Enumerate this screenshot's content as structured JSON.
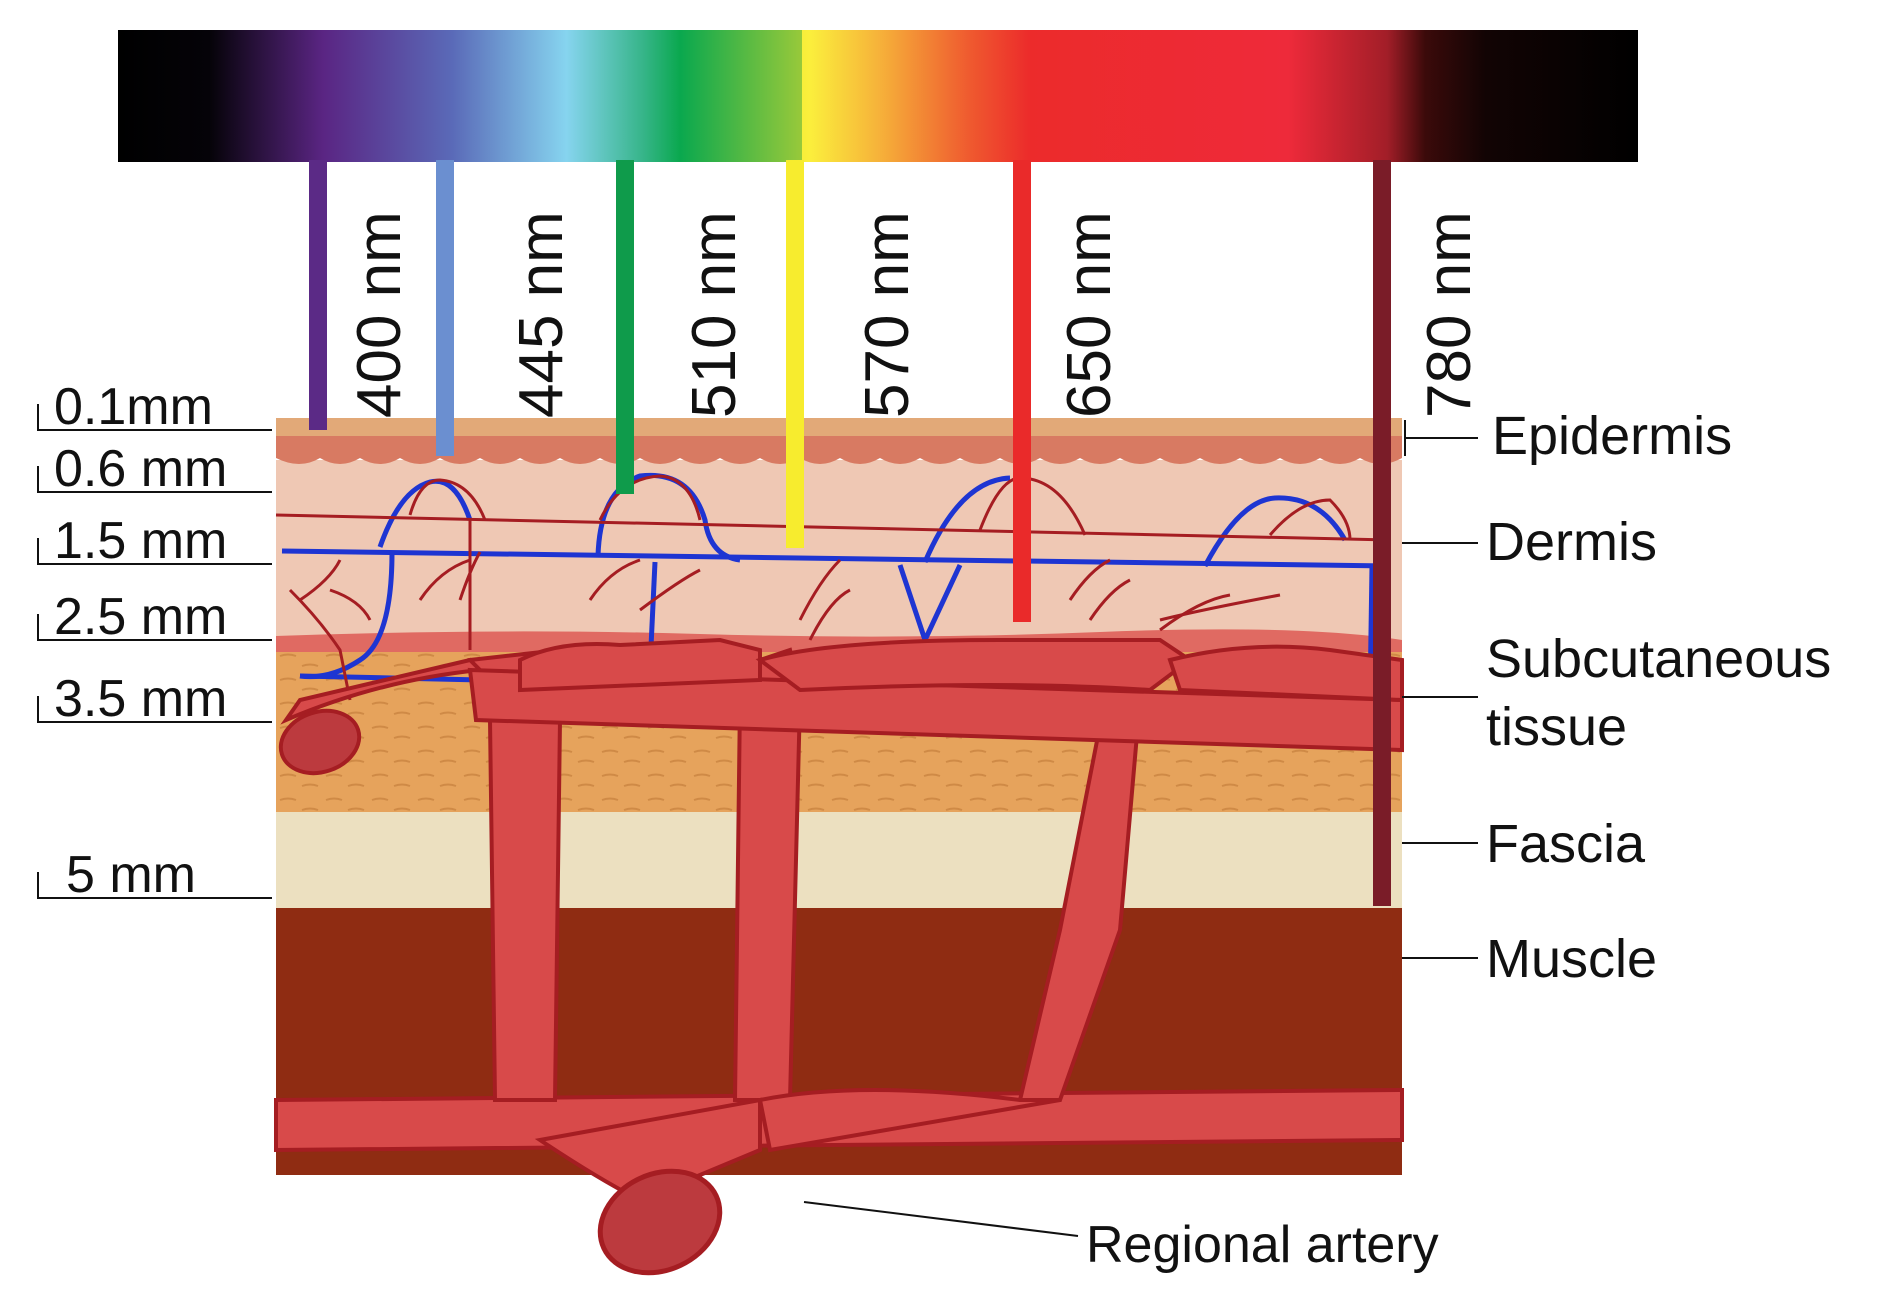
{
  "colors": {
    "epidermis": "#e2a978",
    "epidermis_lower": "#d87a62",
    "dermis": "#efc8b4",
    "dermis_bottom": "#e06a62",
    "subcutaneous": "#e6a35c",
    "fascia": "#ece0c0",
    "muscle": "#8f2c12",
    "artery": "#d84a4a",
    "artery_outline": "#a51d22",
    "vein": "#1e35d2"
  },
  "spectrum": {
    "wavelengths": [
      {
        "label": "400 nm",
        "color": "#5b2a86"
      },
      {
        "label": "445 nm",
        "color": "#6b8fd0"
      },
      {
        "label": "510 nm",
        "color": "#0f9b4b"
      },
      {
        "label": "570 nm",
        "color": "#f7ec2e"
      },
      {
        "label": "650 nm",
        "color": "#ea2a2a"
      },
      {
        "label": "780 nm",
        "color": "#7a1c28"
      }
    ]
  },
  "depths": [
    {
      "label": "0.1mm"
    },
    {
      "label": "0.6 mm"
    },
    {
      "label": "1.5 mm"
    },
    {
      "label": "2.5 mm"
    },
    {
      "label": "3.5 mm"
    },
    {
      "label": "5 mm"
    }
  ],
  "layers": [
    {
      "label": "Epidermis"
    },
    {
      "label": "Dermis"
    },
    {
      "label": "Subcutaneous",
      "label2": "tissue"
    },
    {
      "label": "Fascia"
    },
    {
      "label": "Muscle"
    }
  ],
  "artery_label": "Regional artery"
}
